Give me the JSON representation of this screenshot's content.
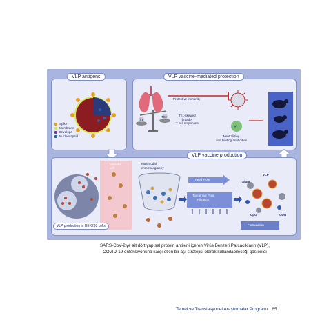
{
  "figure": {
    "antigen_panel": {
      "title": "VLP antigens",
      "legend": [
        {
          "label": "Spike",
          "color": "#e3a12b"
        },
        {
          "label": "Membrane",
          "color": "#d7e94a"
        },
        {
          "label": "Envelope",
          "color": "#6a3fa0"
        },
        {
          "label": "Nucleocapsid",
          "color": "#2f5fb0"
        }
      ]
    },
    "protection_panel": {
      "title": "VLP vaccine-mediated protection",
      "protective_immunity": "Protective immunity",
      "th1_text": [
        "Th1-skewed",
        "broader",
        "T cell responses"
      ],
      "neutralizing_text": [
        "Neutralizing",
        "and binding antibodies"
      ],
      "balance_labels": [
        "Th1",
        "Th2"
      ]
    },
    "production_panel": {
      "title": "VLP vaccine production",
      "cell_label": [
        "HEK293",
        "cell"
      ],
      "production_label": "VLP production in  HEK293 cells",
      "chromatography_label": [
        "Multimodal",
        "chromatography"
      ],
      "feed_flow": "Feed Flow",
      "tangential_flow": [
        "Tangential Flow",
        "Filtration"
      ],
      "vlp_label": "VLP",
      "alum_label": "Alum",
      "cpg_label": "CpG",
      "odn_label": "ODN",
      "formulation_label": "Formulation"
    }
  },
  "caption": [
    "SARS-CoV-2'ye ait dört yapısal protein antijeni içeren Virüs Benzeri Parçacıkların (VLP),",
    "COVID-19 enfeksiyonuna karşı etkin bir aşı stratejisi olarak kullanılabileceği gösterildi"
  ],
  "footer": {
    "program": "Temel ve Translasyonel Araştırmalar Programı",
    "page": "85"
  }
}
